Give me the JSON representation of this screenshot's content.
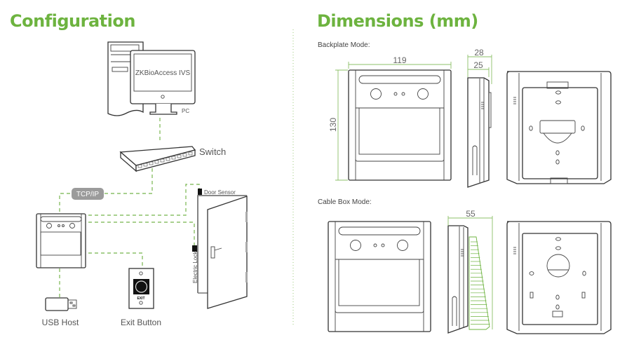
{
  "configuration": {
    "title": "Configuration",
    "pc": {
      "screen_text": "ZKBioAccess IVS",
      "label": "PC"
    },
    "switch": {
      "label": "Switch"
    },
    "network": {
      "label": "TCP/IP"
    },
    "door": {
      "sensor_label": "Door Sensor",
      "lock_label": "Electric Lock"
    },
    "usb": {
      "label": "USB Host"
    },
    "exit_button": {
      "label": "Exit Button",
      "text": "EXIT"
    }
  },
  "dimensions": {
    "title": "Dimensions (mm)",
    "backplate": {
      "label": "Backplate Mode:",
      "width": "119",
      "height": "130",
      "depth_outer": "28",
      "depth_inner": "25"
    },
    "cablebox": {
      "label": "Cable Box Mode:",
      "depth": "55"
    }
  },
  "colors": {
    "accent": "#6db33f",
    "line": "#8cc068"
  }
}
